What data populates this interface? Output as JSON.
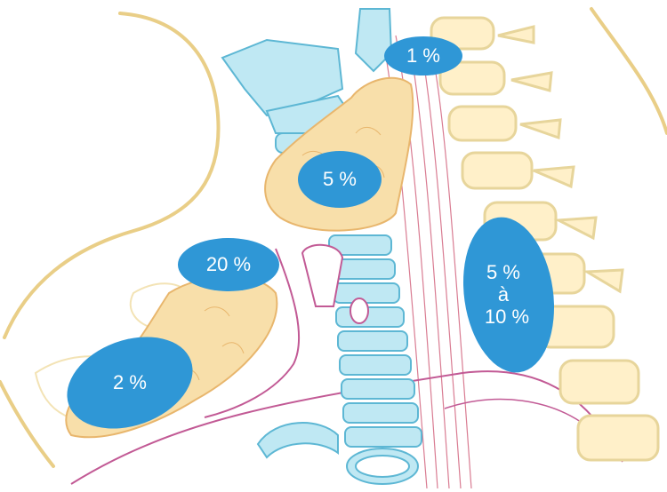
{
  "figure": {
    "colors": {
      "background": "#ffffff",
      "badge": "#2f97d6",
      "thyroid": "#f8dfaa",
      "thyroid_outline": "#e8b66d",
      "cartilage": "#bfe8f3",
      "cartilage_outline": "#5db7d4",
      "spine": "#fff0c9",
      "spine_outline": "#e7d59b",
      "muscle": "#d97c92",
      "contour": "#e9ce87",
      "mediastinum": "#c25a95"
    },
    "percentages": [
      {
        "id": "top",
        "label": "1 %"
      },
      {
        "id": "thyroid",
        "label": "5 %"
      },
      {
        "id": "mid",
        "label": "20 %"
      },
      {
        "id": "retro",
        "lines": [
          "5 %",
          "à",
          "10 %"
        ]
      },
      {
        "id": "low",
        "label": "2 %"
      }
    ]
  }
}
